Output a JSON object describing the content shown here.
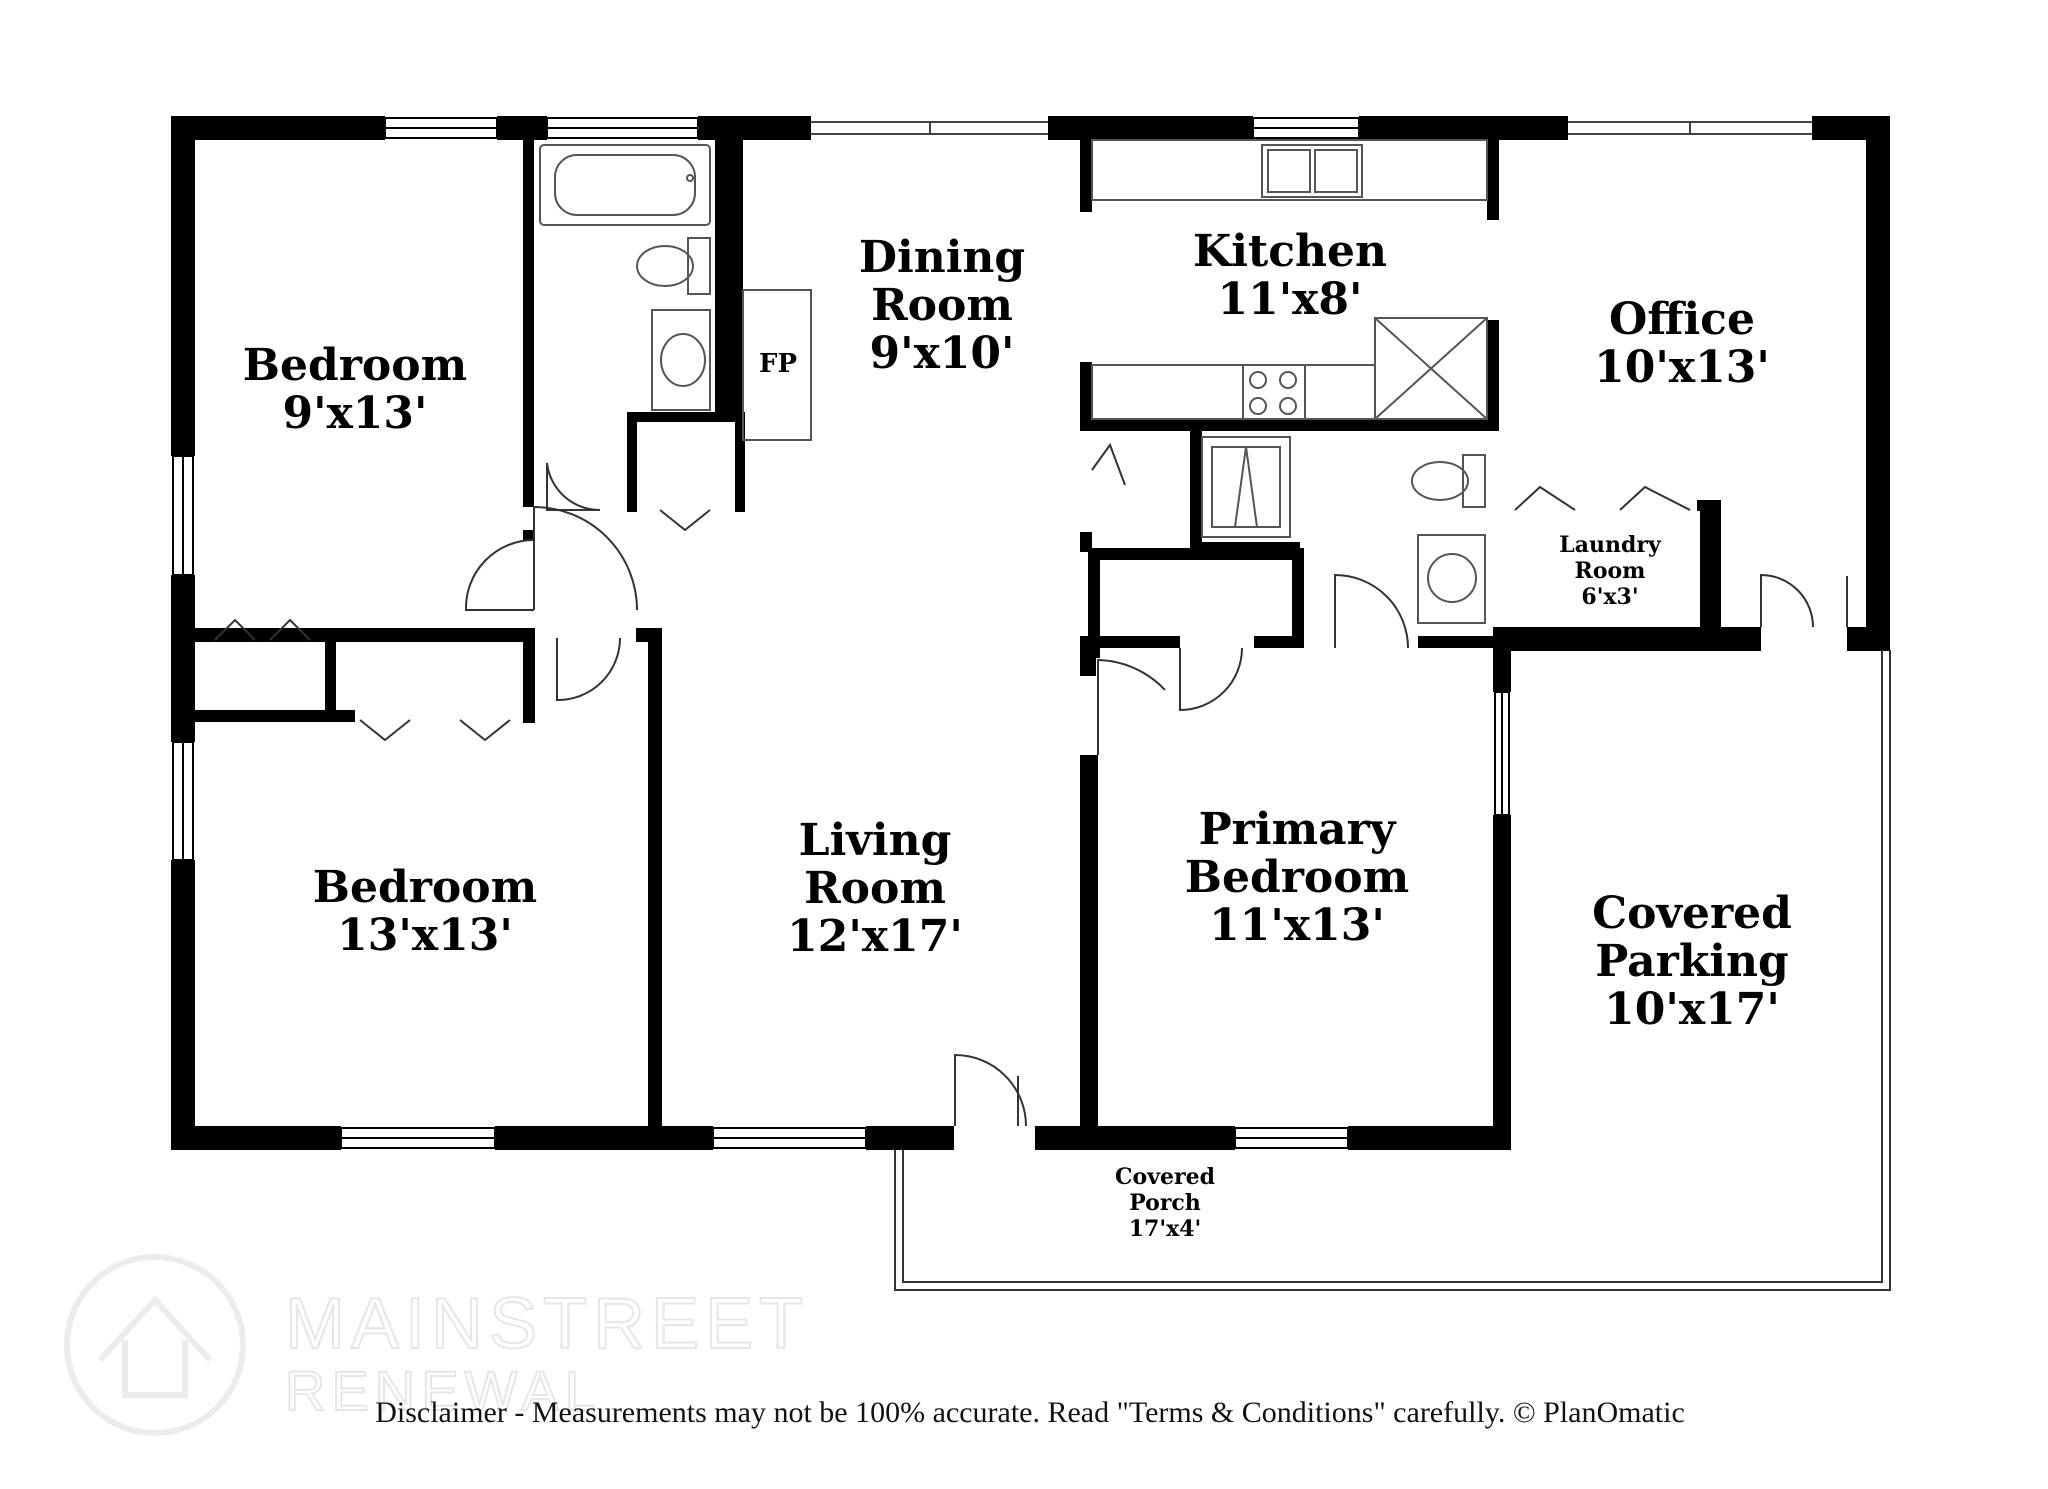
{
  "rooms": {
    "bedroom_nw": {
      "name": "Bedroom",
      "size": "9'x13'"
    },
    "bedroom_sw": {
      "name": "Bedroom",
      "size": "13'x13'"
    },
    "dining": {
      "name_line1": "Dining",
      "name_line2": "Room",
      "size": "9'x10'"
    },
    "kitchen": {
      "name": "Kitchen",
      "size": "11'x8'"
    },
    "office": {
      "name": "Office",
      "size": "10'x13'"
    },
    "living": {
      "name_line1": "Living",
      "name_line2": "Room",
      "size": "12'x17'"
    },
    "primary": {
      "name_line1": "Primary",
      "name_line2": "Bedroom",
      "size": "11'x13'"
    },
    "parking": {
      "name_line1": "Covered",
      "name_line2": "Parking",
      "size": "10'x17'"
    },
    "laundry": {
      "name_line1": "Laundry",
      "name_line2": "Room",
      "size": "6'x3'"
    },
    "porch": {
      "name_line1": "Covered",
      "name_line2": "Porch",
      "size": "17'x4'"
    },
    "fireplace": {
      "label": "FP"
    }
  },
  "watermark": {
    "line1": "MAINSTREET",
    "line2": "RENEWAL"
  },
  "disclaimer": "Disclaimer - Measurements may not be 100% accurate. Read \"Terms & Conditions\" carefully. © PlanOmatic",
  "colors": {
    "wall": "#000000",
    "fixture": "#555555",
    "watermark": "#e6e6e6"
  }
}
